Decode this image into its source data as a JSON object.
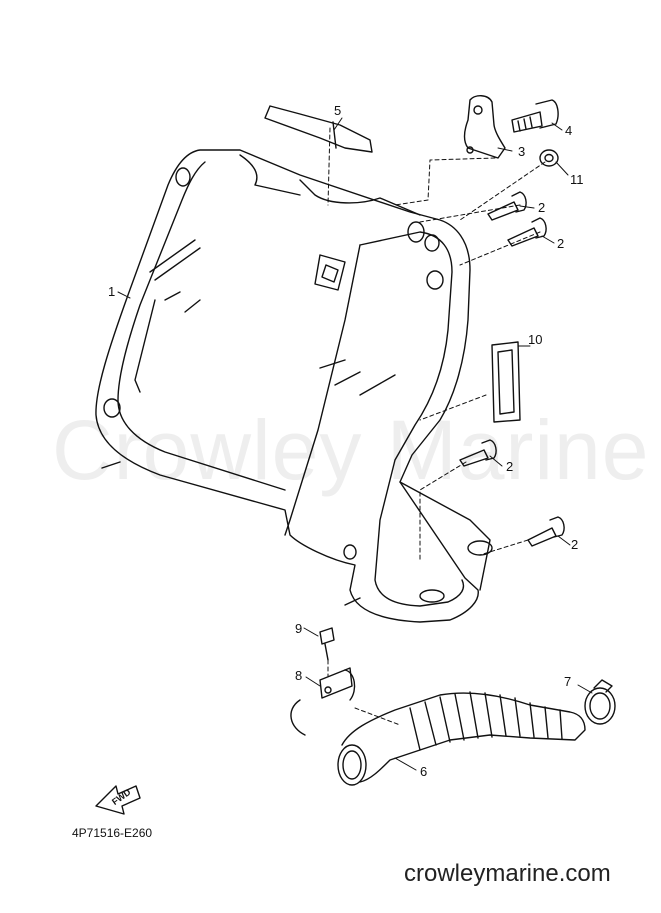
{
  "watermark": "Crowley Marine",
  "diagram_code": "4P71516-E260",
  "website": "crowleymarine.com",
  "fwd_label": "FWD",
  "callouts": {
    "c1": "1",
    "c2a": "2",
    "c2b": "2",
    "c2c": "2",
    "c2d": "2",
    "c3": "3",
    "c4": "4",
    "c5": "5",
    "c6": "6",
    "c7": "7",
    "c8": "8",
    "c9": "9",
    "c10": "10",
    "c11": "11"
  }
}
